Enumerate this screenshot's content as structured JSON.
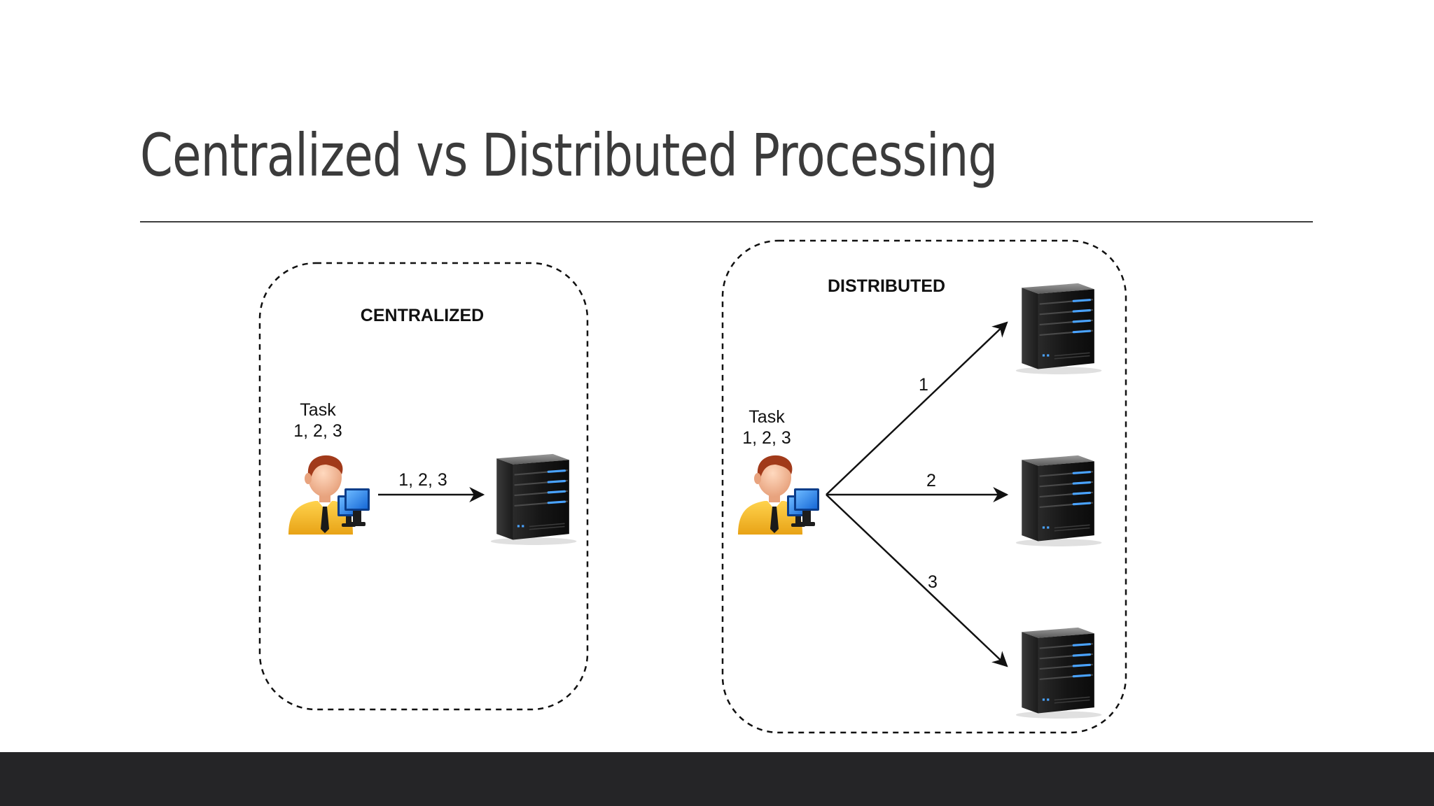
{
  "slide": {
    "title": "Centralized vs Distributed Processing"
  },
  "centralized": {
    "heading": "CENTRALIZED",
    "task_label": "Task",
    "task_items": "1, 2, 3",
    "arrow_label": "1, 2, 3"
  },
  "distributed": {
    "heading": "DISTRIBUTED",
    "task_label": "Task",
    "task_items": "1, 2, 3",
    "arrow_labels": [
      "1",
      "2",
      "3"
    ]
  },
  "icons": [
    "user-at-computer-icon",
    "server-icon"
  ],
  "colors": {
    "title": "#3b3b3b",
    "rule": "#3e3e3e",
    "footer": "#252527",
    "server_light": "#4aa3ff"
  }
}
